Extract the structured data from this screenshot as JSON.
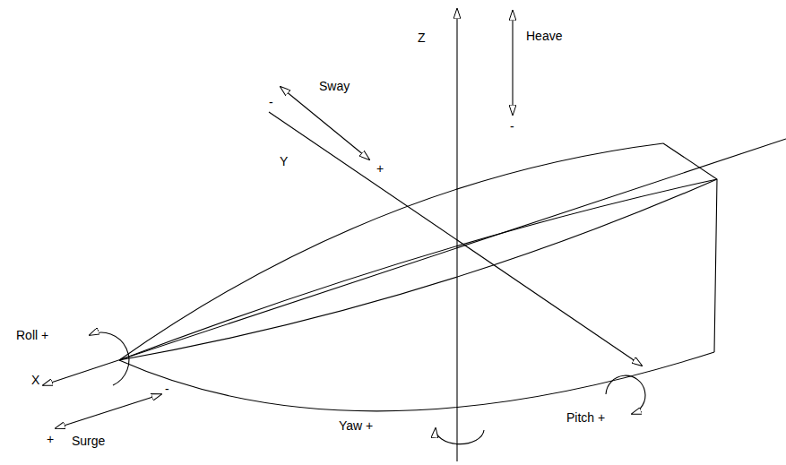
{
  "diagram": {
    "labels": [
      "Z",
      "Heave",
      "-",
      "-",
      "Sway",
      "+",
      "Y",
      "Roll +",
      "X",
      "-",
      "+",
      "Surge",
      "Yaw +",
      "Pitch +"
    ]
  }
}
